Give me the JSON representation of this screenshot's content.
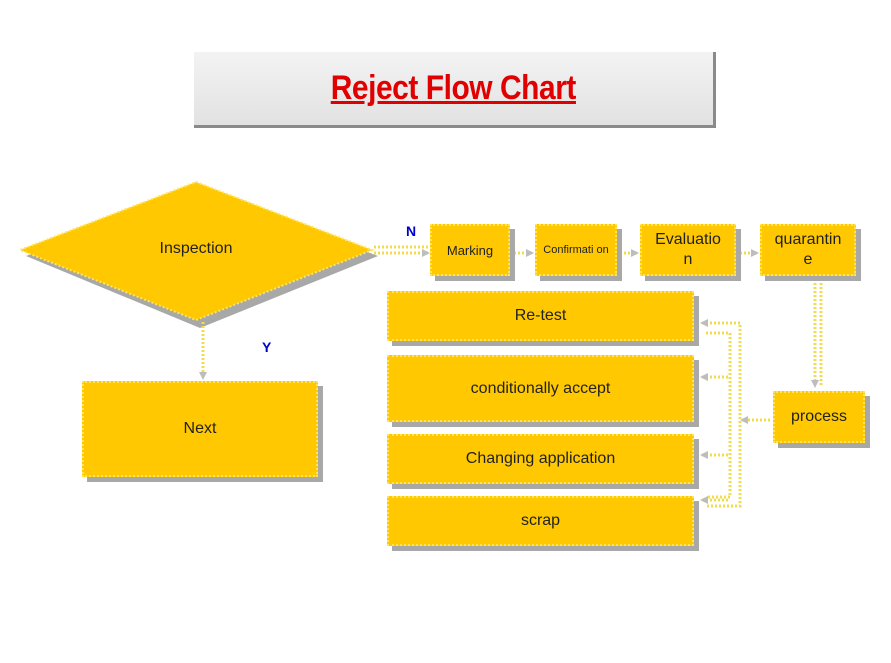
{
  "title": "Reject Flow Chart",
  "nodes": {
    "inspection": "Inspection",
    "next": "Next",
    "marking": "Marking",
    "confirmation": "Confirmati on",
    "evaluation": "Evaluatio n",
    "quarantine": "quarantin e",
    "process": "process",
    "retest": "Re-test",
    "conditionally_accept": "conditionally accept",
    "changing_application": "Changing application",
    "scrap": "scrap"
  },
  "labels": {
    "no": "N",
    "yes": "Y"
  },
  "colors": {
    "box_fill": "#ffc800",
    "title_text": "#e00000",
    "label_text": "#0000cc",
    "connector": "#f2dc4c",
    "shadow": "#a8a8a8"
  }
}
